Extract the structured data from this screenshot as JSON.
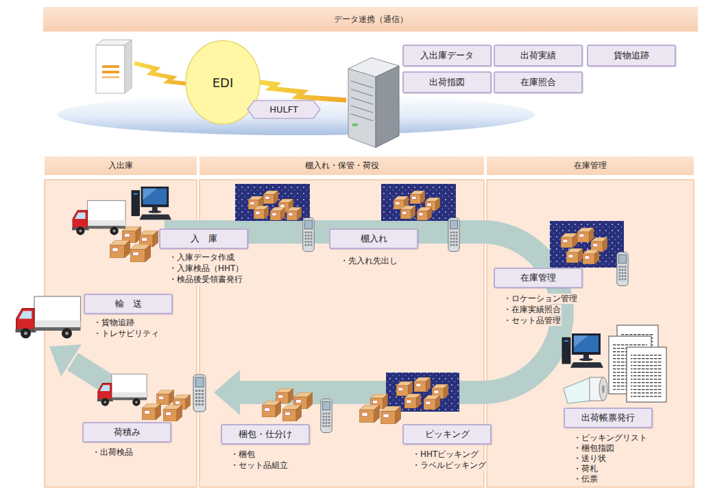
{
  "diagram": {
    "nodes": [
      {
        "text": [
          "データ連携（通信）"
        ]
      },
      {
        "text": [
          "EDI"
        ]
      },
      {
        "text": [
          "HULFT"
        ]
      },
      {
        "text": [
          "入出庫データ"
        ]
      },
      {
        "text": [
          "出荷実績"
        ]
      },
      {
        "text": [
          "貨物追跡"
        ]
      },
      {
        "text": [
          "出荷指図"
        ]
      },
      {
        "text": [
          "在庫照合"
        ]
      },
      {
        "text": [
          "入出庫"
        ]
      },
      {
        "text": [
          "入　庫"
        ],
        "in": 8
      },
      {
        "text": [
          "輸　送"
        ],
        "in": 8
      },
      {
        "text": [
          "荷積み"
        ],
        "in": 8
      },
      {
        "text": [
          "棚入れ・保管・荷役"
        ]
      },
      {
        "text": [
          "棚入れ"
        ],
        "in": 12
      },
      {
        "text": [
          "梱包・仕分け"
        ],
        "in": 12
      },
      {
        "text": [
          "ピッキング"
        ],
        "in": 12
      },
      {
        "text": [
          "在庫管理"
        ]
      },
      {
        "text": [
          "在庫管理"
        ],
        "in": 16
      },
      {
        "text": [
          "出荷帳票発行"
        ],
        "in": 16
      }
    ],
    "labels": [
      "・入庫データ作成",
      "・入庫検品（HHT）",
      "・検品後受領書発行",
      "・先入れ先出し",
      "・ロケーション管理",
      "・在庫実績照合",
      "・セット品管理",
      "・貨物追跡",
      "・トレサビリティ",
      "・出荷検品",
      "・梱包",
      "・セット品組立",
      "・HHTピッキング",
      "・ラベルピッキング",
      "・ピッキングリスト",
      "・梱包指図",
      "・送り状",
      "・荷札",
      "・伝票"
    ]
  }
}
